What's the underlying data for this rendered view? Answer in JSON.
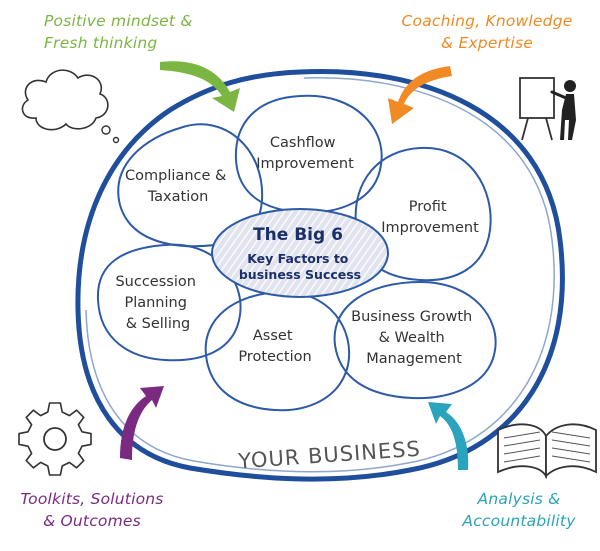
{
  "corners": {
    "top_left": {
      "lines": [
        "Positive mindset &",
        "Fresh thinking"
      ],
      "color": "#7ab641"
    },
    "top_right": {
      "lines": [
        "Coaching, Knowledge",
        "& Expertise"
      ],
      "color": "#f08a24"
    },
    "bottom_left": {
      "lines": [
        "Toolkits, Solutions",
        "& Outcomes"
      ],
      "color": "#7b2a82"
    },
    "bottom_right": {
      "lines": [
        "Analysis &",
        "Accountability"
      ],
      "color": "#2aa3bd"
    }
  },
  "center": {
    "title": "The Big 6",
    "subtitle_lines": [
      "Key Factors to",
      "business Success"
    ]
  },
  "petals": {
    "cashflow": [
      "Cashflow",
      "Improvement"
    ],
    "profit": [
      "Profit",
      "Improvement"
    ],
    "growth": [
      "Business Growth",
      "& Wealth",
      "Management"
    ],
    "asset": [
      "Asset",
      "Protection"
    ],
    "succession": [
      "Succession",
      "Planning",
      "& Selling"
    ],
    "compliance": [
      "Compliance &",
      "Taxation"
    ]
  },
  "business_label": "YOUR BUSINESS",
  "colors": {
    "outer_ring": "#1f4e9c",
    "petal_stroke": "#2d5aa6",
    "center_fill": "#e1e4ee",
    "center_stroke": "#2d5aa6",
    "sketch": "#333333"
  },
  "icons": [
    "thought-cloud-icon",
    "presenter-easel-icon",
    "gear-icon",
    "open-book-icon"
  ]
}
